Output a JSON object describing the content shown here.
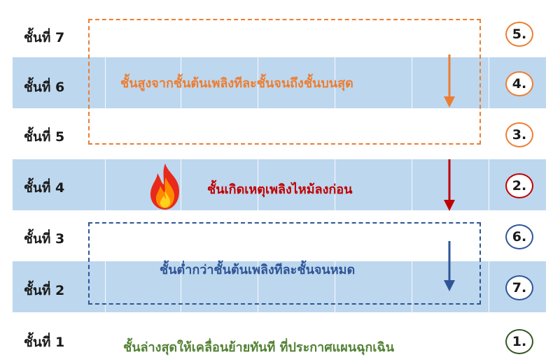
{
  "floors": [
    {
      "label": "ชั้นที่ 7"
    },
    {
      "label": "ชั้นที่ 6"
    },
    {
      "label": "ชั้นที่ 5"
    },
    {
      "label": "ชั้นที่ 4"
    },
    {
      "label": "ชั้นที่ 3"
    },
    {
      "label": "ชั้นที่ 2"
    },
    {
      "label": "ชั้นที่ 1"
    }
  ],
  "steps": [
    {
      "text": "5.",
      "color": "#ed7d31"
    },
    {
      "text": "4.",
      "color": "#ed7d31"
    },
    {
      "text": "3.",
      "color": "#ed7d31"
    },
    {
      "text": "2.",
      "color": "#c00000"
    },
    {
      "text": "6.",
      "color": "#2f5597"
    },
    {
      "text": "7.",
      "color": "#2f5597"
    },
    {
      "text": "1.",
      "color": "#375623"
    }
  ],
  "groups": {
    "upper": {
      "text": "ชั้นสูงจากชั้นต้นเพลิงทีละชั้นจนถึงชั้นบนสุด",
      "color": "#ed7d31"
    },
    "fire": {
      "text": "ชั้นเกิดเหตุเพลิงไหม้ลงก่อน",
      "color": "#c00000",
      "icon": "fire-icon"
    },
    "lower": {
      "text": "ชั้นต่ำกว่าชั้นต้นเพลิงทีละชั้นจนหมด",
      "color": "#2f5597"
    },
    "ground": {
      "text": "ชั้นล่างสุดให้เคลื่อนย้ายทันที ที่ประกาศแผนฉุกเฉิน",
      "color": "#548235"
    }
  }
}
